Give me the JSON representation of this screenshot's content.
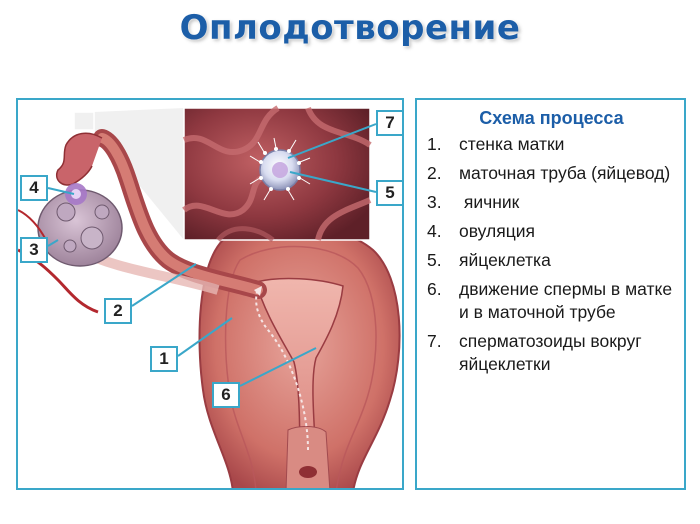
{
  "title": "Оплодотворение",
  "legend": {
    "heading": "Схема процесса",
    "items": [
      {
        "num": "1.",
        "text": "стенка матки"
      },
      {
        "num": "2.",
        "text": "маточная труба (яйцевод)"
      },
      {
        "num": "3.",
        "text": " яичник"
      },
      {
        "num": "4.",
        "text": "овуляция"
      },
      {
        "num": "5.",
        "text": "яйцеклетка"
      },
      {
        "num": "6.",
        "text": "движение спермы в матке и в маточной трубе"
      },
      {
        "num": "7.",
        "text": "сперматозоиды вокруг яйцеклетки"
      }
    ]
  },
  "callouts": [
    "1",
    "2",
    "3",
    "4",
    "5",
    "6",
    "7"
  ],
  "colors": {
    "title": "#1c5ea8",
    "border": "#3aa7c9",
    "tissue": "#c85a5a",
    "tissue_dark": "#8f2f34",
    "tissue_light": "#e8a8a0"
  }
}
